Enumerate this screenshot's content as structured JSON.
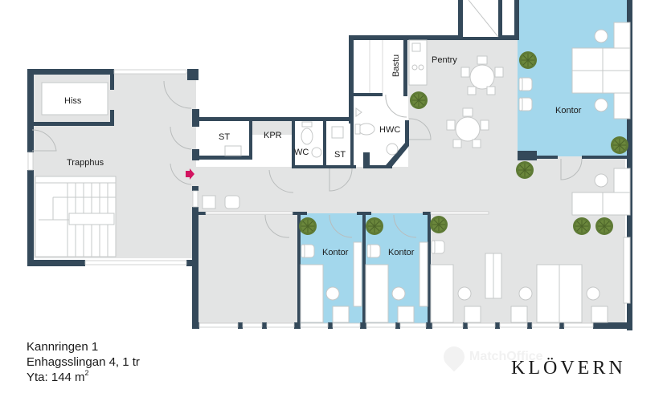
{
  "floorplan": {
    "rooms": [
      {
        "id": "hiss",
        "label": "Hiss",
        "type": "elevator"
      },
      {
        "id": "trapphus",
        "label": "Trapphus",
        "type": "stairwell"
      },
      {
        "id": "st1",
        "label": "ST",
        "type": "storage"
      },
      {
        "id": "kpr",
        "label": "KPR",
        "type": "copy-room"
      },
      {
        "id": "wc",
        "label": "WC",
        "type": "toilet"
      },
      {
        "id": "st2",
        "label": "ST",
        "type": "storage"
      },
      {
        "id": "hwc",
        "label": "HWC",
        "type": "accessible-toilet"
      },
      {
        "id": "bastu",
        "label": "Bastu",
        "type": "sauna"
      },
      {
        "id": "pentry",
        "label": "Pentry",
        "type": "kitchenette"
      },
      {
        "id": "kontor-large",
        "label": "Kontor",
        "type": "office",
        "highlighted": true
      },
      {
        "id": "kontor-small-1",
        "label": "Kontor",
        "type": "office",
        "highlighted": true
      },
      {
        "id": "kontor-small-2",
        "label": "Kontor",
        "type": "office",
        "highlighted": true
      }
    ],
    "entrance_marker": "entrance-arrow-icon",
    "colors": {
      "wall": "#34495a",
      "floor": "#e3e4e4",
      "office_highlight": "#a3d7ec",
      "plant": "#5e7a35",
      "entrance": "#d21460",
      "furniture": "#ffffff",
      "furniture_stroke": "#c6c8c8"
    }
  },
  "info": {
    "line1": "Kannringen 1",
    "line2": "Enhagsslingan 4, 1 tr",
    "area_prefix": "Yta: 144 m",
    "area_unit_sup": "2"
  },
  "brand": {
    "name": "KLÖVERN"
  },
  "watermark": {
    "text": "MatchOffice"
  }
}
